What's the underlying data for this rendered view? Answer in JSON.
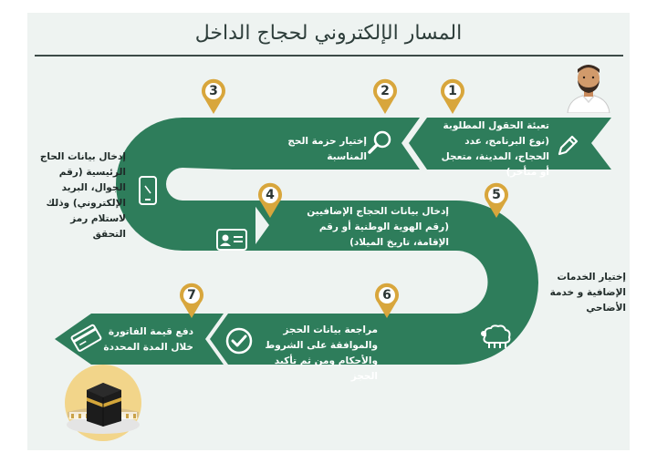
{
  "title": "المسار الإلكتروني لحجاج الداخل",
  "steps": [
    {
      "num": "1",
      "text": "تعبئة الحقول المطلوبة (نوع البرنامج، عدد الحجاج، المدينة، متعجل أو متأخر)"
    },
    {
      "num": "2",
      "text": "إختيار حزمة الحج المناسبة"
    },
    {
      "num": "3",
      "text": "إدخال بيانات الحاج الرئيسية (رقم الجوال، البريد الإلكتروني) وذلك لاستلام رمز التحقق"
    },
    {
      "num": "4",
      "text": "إدخال بيانات الحجاج الإضافيين (رقم الهوية الوطنية أو رقم الإقامة، تاريخ الميلاد)"
    },
    {
      "num": "5",
      "text": "إختيار الخدمات الإضافية و خدمة الأضاحي"
    },
    {
      "num": "6",
      "text": "مراجعة بيانات الحجز والموافقة على الشروط والأحكام ومن ثم تأكيد الحجز"
    },
    {
      "num": "7",
      "text": "دفع قيمة الفاتورة خلال المدة المحددة"
    }
  ],
  "icons": {
    "step1": "pencil-icon",
    "step2": "magnifier-icon",
    "step3": "mobile-phone-icon",
    "step4": "id-card-icon",
    "step5": "sheep-icon",
    "step6": "checkmark-icon",
    "step7": "credit-card-icon",
    "start": "pilgrim-avatar",
    "end": "kaaba-illustration"
  },
  "colors": {
    "road": "#2e7d5b",
    "pin": "#d8a63c",
    "background": "#eef3f1",
    "title": "#2e3e3b"
  }
}
